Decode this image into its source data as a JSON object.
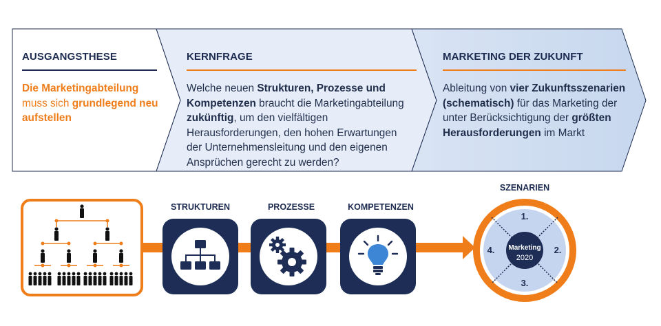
{
  "sections": [
    {
      "id": "ausgangsthese",
      "title": "AUSGANGSTHESE",
      "parts": [
        {
          "text": "Die Marketingabteilung",
          "bold": true
        },
        {
          "text": " muss sich ",
          "bold": false
        },
        {
          "text": "grundlegend neu aufstellen",
          "bold": true
        }
      ]
    },
    {
      "id": "kernfrage",
      "title": "KERNFRAGE",
      "parts": [
        {
          "text": "Welche neuen ",
          "bold": false
        },
        {
          "text": "Strukturen, Prozesse und Kompetenzen",
          "bold": true
        },
        {
          "text": " braucht die Marketingabteilung ",
          "bold": false
        },
        {
          "text": "zukünftig",
          "bold": true
        },
        {
          "text": ", um den vielfältigen Herausforderungen, den hohen Erwartungen der Unternehmensleitung und den eigenen Ansprüchen gerecht zu werden?",
          "bold": false
        }
      ]
    },
    {
      "id": "marketing-der-zukunft",
      "title": "MARKETING DER ZUKUNFT",
      "parts": [
        {
          "text": "Ableitung von ",
          "bold": false
        },
        {
          "text": "vier Zukunftsszenarien (schematisch)",
          "bold": true
        },
        {
          "text": " für das Marketing der unter Berücksichtigung der ",
          "bold": false
        },
        {
          "text": "größten Herausforderungen",
          "bold": true
        },
        {
          "text": " im Markt",
          "bold": false
        }
      ]
    }
  ],
  "steps": [
    {
      "label": "STRUKTUREN",
      "icon": "org-chart-icon"
    },
    {
      "label": "PROZESSE",
      "icon": "gears-icon"
    },
    {
      "label": "KOMPETENZEN",
      "icon": "lightbulb-icon"
    }
  ],
  "scenarios": {
    "title": "SZENARIEN",
    "center_line1": "Marketing",
    "center_line2": "2020",
    "quadrants": [
      "1.",
      "2.",
      "3.",
      "4."
    ]
  },
  "colors": {
    "navy": "#1c2b4f",
    "orange": "#ef7d1a",
    "light_blue": "#e3ebf7",
    "mid_blue": "#cbdaf0",
    "ring_blue": "#c6d5ef"
  }
}
